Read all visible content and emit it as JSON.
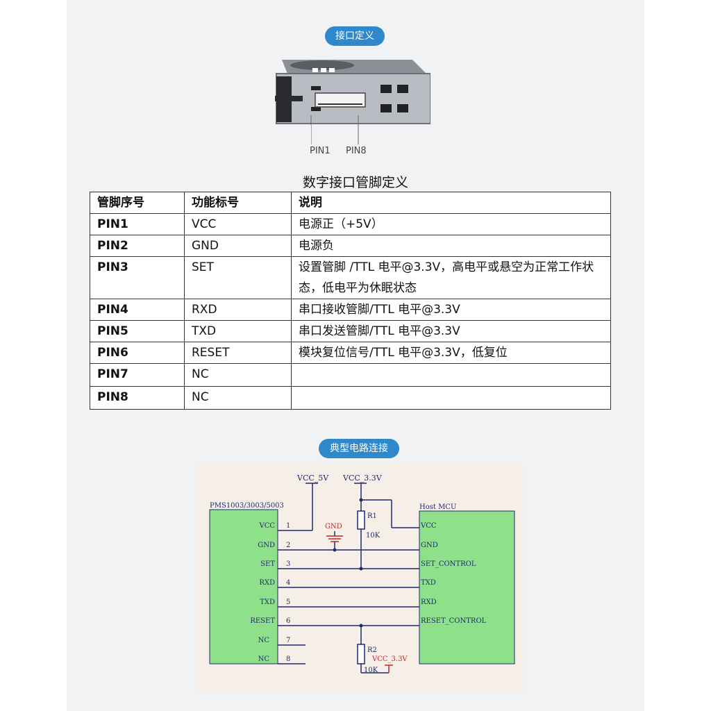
{
  "section1": {
    "badge": "接口定义"
  },
  "module_figure": {
    "pin1_label": "PIN1",
    "pin8_label": "PIN8"
  },
  "table": {
    "title": "数字接口管脚定义",
    "headers": [
      "管脚序号",
      "功能标号",
      "说明"
    ],
    "rows": [
      {
        "pin": "PIN1",
        "func": "VCC",
        "desc": "电源正（+5V）"
      },
      {
        "pin": "PIN2",
        "func": "GND",
        "desc": "电源负"
      },
      {
        "pin": "PIN3",
        "func": "SET",
        "desc": "设置管脚 /TTL 电平@3.3V，高电平或悬空为正常工作状态，低电平为休眠状态"
      },
      {
        "pin": "PIN4",
        "func": "RXD",
        "desc": "串口接收管脚/TTL 电平@3.3V"
      },
      {
        "pin": "PIN5",
        "func": "TXD",
        "desc": "串口发送管脚/TTL 电平@3.3V"
      },
      {
        "pin": "PIN6",
        "func": "RESET",
        "desc": "模块复位信号/TTL 电平@3.3V，低复位"
      },
      {
        "pin": "PIN7",
        "func": "NC",
        "desc": ""
      },
      {
        "pin": "PIN8",
        "func": "NC",
        "desc": ""
      }
    ]
  },
  "section2": {
    "badge": "典型电路连接"
  },
  "circuit": {
    "vcc5": "VCC_5V",
    "vcc33_top": "VCC_3.3V",
    "vcc33_bottom": "VCC_3.3V",
    "left_block": "PMS1003/3003/5003",
    "right_block": "Host MCU",
    "gnd": "GND",
    "r1": "R1",
    "r1_value": "10K",
    "r2": "R2",
    "r2_value": "10K",
    "left_pins": [
      "VCC",
      "GND",
      "SET",
      "RXD",
      "TXD",
      "RESET",
      "NC",
      "NC"
    ],
    "pin_numbers": [
      "1",
      "2",
      "3",
      "4",
      "5",
      "6",
      "7",
      "8"
    ],
    "right_pins": [
      "VCC",
      "GND",
      "SET_CONTROL",
      "TXD",
      "RXD",
      "RESET_CONTROL"
    ],
    "colors": {
      "block": "#8fe08a",
      "wire": "#1e2a6e",
      "wire_red": "#cc2222"
    }
  }
}
